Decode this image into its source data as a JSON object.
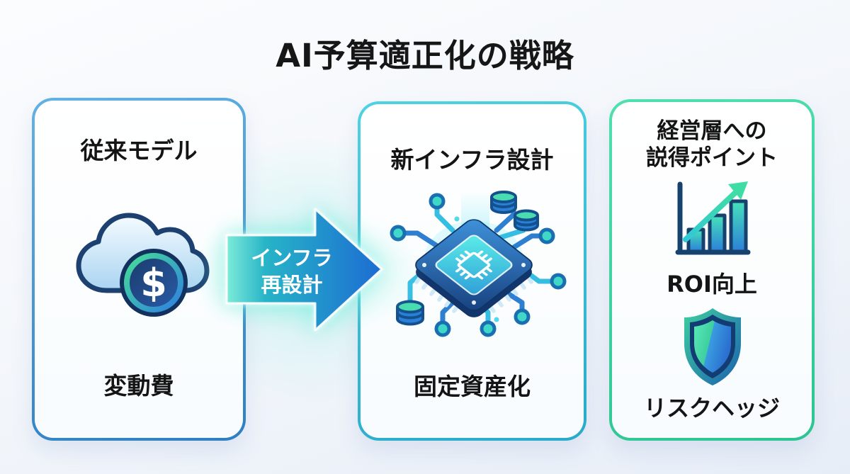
{
  "title": "AI予算適正化の戦略",
  "arrow": {
    "line1": "インフラ",
    "line2": "再設計"
  },
  "cards": {
    "legacy": {
      "title": "従来モデル",
      "caption": "変動費",
      "icon": "cloud-dollar-icon"
    },
    "new_infra": {
      "title": "新インフラ設計",
      "caption": "固定資産化",
      "icon": "chip-network-icon"
    },
    "management": {
      "title_line1": "経営層への",
      "title_line2": "説得ポイント",
      "points": [
        {
          "label": "ROI向上",
          "icon": "bar-chart-growth-icon"
        },
        {
          "label": "リスクヘッジ",
          "icon": "shield-icon"
        }
      ]
    }
  },
  "colors": {
    "card_border_blue": "#3f92d2",
    "card_border_cyan": "#38c6db",
    "card_border_green": "#3cd6a2",
    "arrow_gradient_start": "#6ee7d4",
    "arrow_gradient_end": "#1c6cd2",
    "text_primary": "#161616",
    "icon_navy": "#16386e",
    "icon_teal": "#3fd8c0",
    "icon_blue": "#2a7fd8",
    "background": "#eef3f9"
  }
}
